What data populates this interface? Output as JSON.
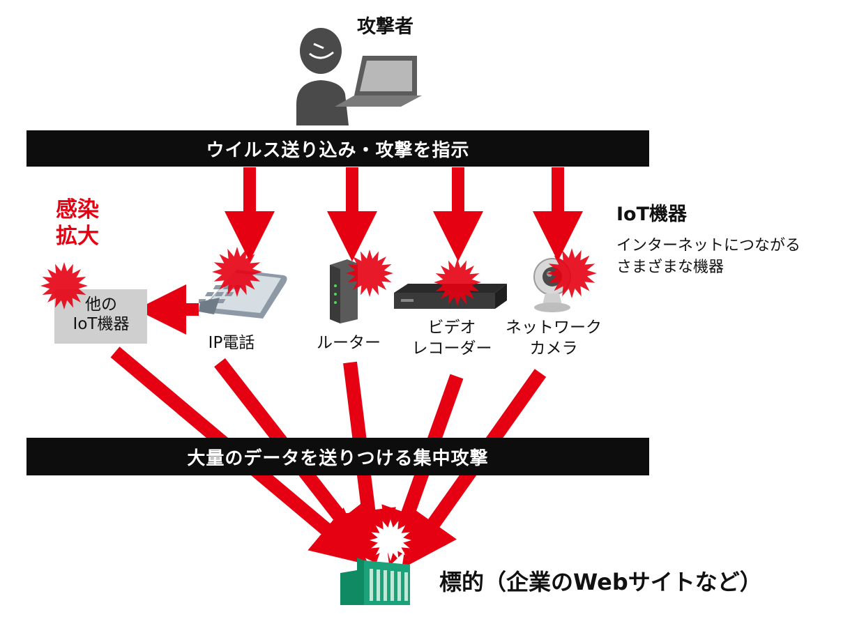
{
  "attacker_label": "攻撃者",
  "top_bar_text": "ウイルス送り込み・攻撃を指示",
  "middle_bar_text": "大量のデータを送りつける集中攻撃",
  "infection_label": [
    "感染",
    "拡大"
  ],
  "iot_heading": "IoT機器",
  "iot_description": [
    "インターネットにつながる",
    "さまざまな機器"
  ],
  "devices": {
    "other": [
      "他の",
      "IoT機器"
    ],
    "phone": "IP電話",
    "router": "ルーター",
    "recorder": [
      "ビデオ",
      "レコーダー"
    ],
    "camera": [
      "ネットワーク",
      "カメラ"
    ]
  },
  "target_label": "標的（企業のWebサイトなど）",
  "colors": {
    "attack_red": "#e50012",
    "bar_black": "#0d0d0d",
    "building_green": "#1aa37a",
    "attacker_gray": "#4a4a4a"
  },
  "icons": [
    "attacker-icon",
    "laptop-icon",
    "phone-icon",
    "router-icon",
    "recorder-icon",
    "camera-icon",
    "building-icon",
    "burst-icon"
  ]
}
